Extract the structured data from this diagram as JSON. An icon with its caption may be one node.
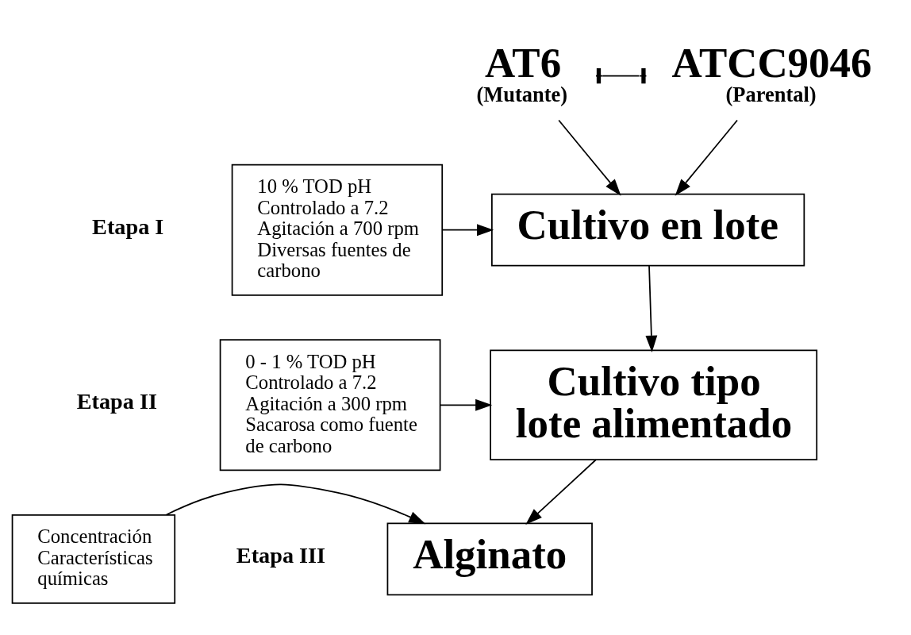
{
  "diagram": {
    "nodes": [
      {
        "text": [
          "AT6",
          "(Mutante)"
        ]
      },
      {
        "text": [
          "ATCC9046",
          "(Parental)"
        ]
      },
      {
        "text": [
          "Cultivo en lote"
        ]
      },
      {
        "text": [
          "10 % TOD pH Controlado a 7.2 Agitación a 700 rpm Diversas fuentes de carbono"
        ]
      },
      {
        "text": [
          "Cultivo tipo lote alimentado"
        ]
      },
      {
        "text": [
          "0 - 1 % TOD pH Controlado a 7.2 Agitación a 300 rpm Sacarosa como fuente de carbono"
        ]
      },
      {
        "text": [
          "Alginato"
        ]
      },
      {
        "text": [
          "Concentración Características químicas"
        ]
      }
    ],
    "edges": [
      {
        "from": 0,
        "to": 1,
        "arrow": "other"
      },
      {
        "from": 0,
        "to": 2,
        "arrow": "to"
      },
      {
        "from": 1,
        "to": 2,
        "arrow": "to"
      },
      {
        "from": 3,
        "to": 2,
        "arrow": "to"
      },
      {
        "from": 2,
        "to": 4,
        "arrow": "to"
      },
      {
        "from": 5,
        "to": 4,
        "arrow": "to"
      },
      {
        "from": 4,
        "to": 6,
        "arrow": "to"
      },
      {
        "from": 7,
        "to": 6,
        "arrow": "to"
      }
    ],
    "labels": [
      "Etapa I",
      "Etapa II",
      "Etapa III"
    ]
  }
}
